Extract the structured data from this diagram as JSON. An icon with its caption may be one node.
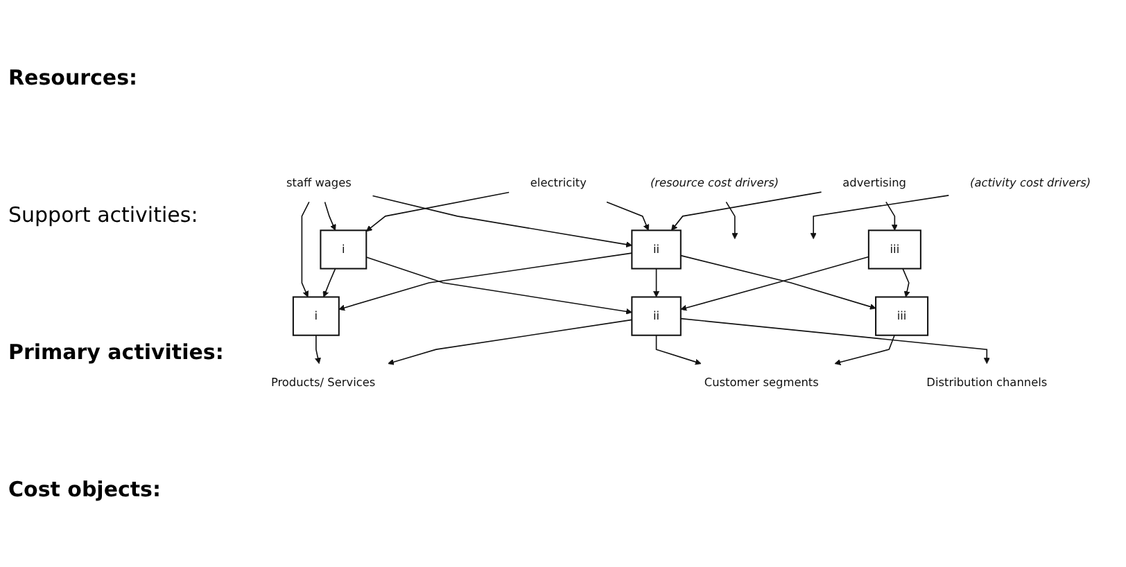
{
  "diagram": {
    "nodes": [
      {
        "text": [
          "staff wages"
        ]
      },
      {
        "text": [
          "electricity"
        ]
      },
      {
        "text": [
          "advertising"
        ]
      },
      {
        "text": [
          "(resource cost drivers)"
        ]
      },
      {
        "text": [
          "i"
        ]
      },
      {
        "text": [
          "ii"
        ]
      },
      {
        "text": [
          "iii"
        ]
      },
      {
        "text": [
          "i"
        ]
      },
      {
        "text": [
          "ii"
        ]
      },
      {
        "text": [
          "iii"
        ]
      },
      {
        "text": [
          "(activity cost drivers)"
        ]
      },
      {
        "text": [
          "Products/ Services"
        ]
      },
      {
        "text": [
          "Customer segments"
        ]
      },
      {
        "text": [
          "Distribution channels"
        ]
      }
    ],
    "edges": [
      {
        "from": 0,
        "to": 4,
        "arrow": "to"
      },
      {
        "from": 0,
        "to": 5,
        "arrow": "to"
      },
      {
        "from": 0,
        "to": 7,
        "arrow": "to"
      },
      {
        "from": 1,
        "to": 4,
        "arrow": "to"
      },
      {
        "from": 1,
        "to": 5,
        "arrow": "to"
      },
      {
        "from": 2,
        "to": 5,
        "arrow": "to"
      },
      {
        "from": 2,
        "to": 6,
        "arrow": "to"
      },
      {
        "from": 3,
        "to": null,
        "arrow": "to"
      },
      {
        "from": 4,
        "to": 7,
        "arrow": "to"
      },
      {
        "from": 4,
        "to": 8,
        "arrow": "to"
      },
      {
        "from": 5,
        "to": 7,
        "arrow": "to"
      },
      {
        "from": 5,
        "to": 8,
        "arrow": "to"
      },
      {
        "from": 5,
        "to": 9,
        "arrow": "to"
      },
      {
        "from": 6,
        "to": 8,
        "arrow": "to"
      },
      {
        "from": 6,
        "to": 9,
        "arrow": "to"
      },
      {
        "from": 10,
        "to": null,
        "arrow": "to"
      },
      {
        "from": 7,
        "to": 11,
        "arrow": "to"
      },
      {
        "from": 8,
        "to": 11,
        "arrow": "to"
      },
      {
        "from": 8,
        "to": 12,
        "arrow": "to"
      },
      {
        "from": 8,
        "to": 13,
        "arrow": "to"
      },
      {
        "from": 9,
        "to": 12,
        "arrow": "to"
      }
    ],
    "labels": [
      "Resources:",
      "Support activities:",
      "Primary activities:",
      "Cost objects:"
    ]
  }
}
